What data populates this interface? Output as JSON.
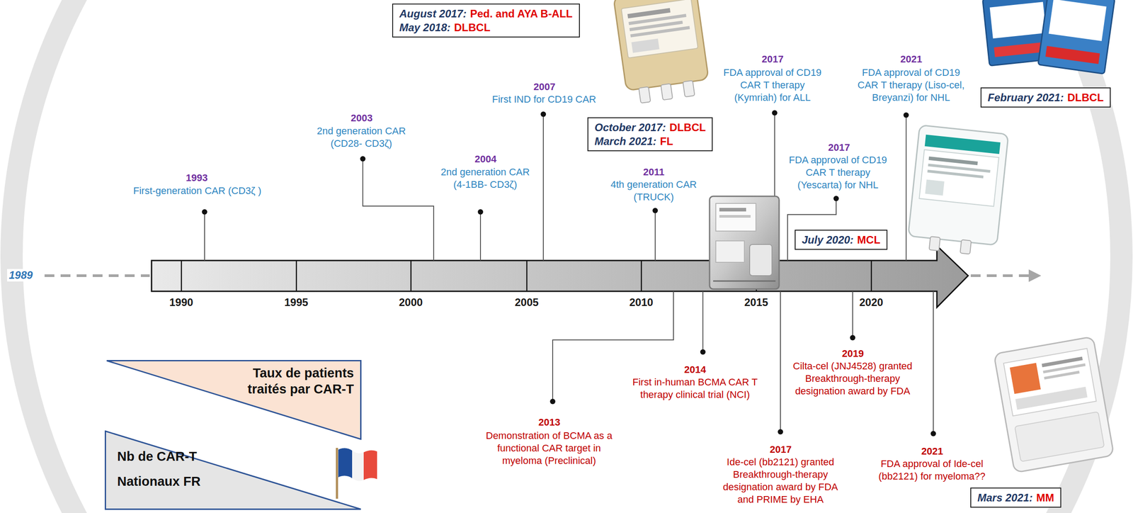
{
  "diagram": {
    "nodes": [
      {
        "text": [
          "August 2017:",
          "Ped. and AYA B-ALL",
          "May 2018:",
          "DLBCL"
        ]
      },
      {
        "text": [
          "February 2021:",
          "DLBCL"
        ]
      },
      {
        "text": [
          "October 2017:",
          "DLBCL",
          "March 2021:",
          "FL"
        ]
      },
      {
        "text": [
          "July 2020:",
          "MCL"
        ]
      },
      {
        "text": [
          "Taux de patients traités par CAR-T"
        ]
      },
      {
        "text": [
          "Nb de CAR-T Nationaux FR"
        ]
      },
      {
        "text": [
          "Mars 2021:",
          "MM"
        ]
      }
    ],
    "labels": [
      "1989",
      "1990",
      "1995",
      "2000",
      "2005",
      "2010",
      "2015",
      "2020",
      "1993",
      "First-generation CAR (CD3ζ )",
      "2003",
      "2nd generation CAR (CD28- CD3ζ)",
      "2004",
      "2nd generation CAR (4-1BB- CD3ζ)",
      "2007",
      "First IND for CD19 CAR",
      "2011",
      "4th generation CAR (TRUCK)",
      "2017",
      "FDA approval of CD19 CAR T therapy (Kymriah) for ALL",
      "2017",
      "FDA approval of CD19 CAR T therapy (Yescarta) for NHL",
      "2021",
      "FDA approval of CD19 CAR T therapy (Liso-cel, Breyanzi) for NHL",
      "2013",
      "Demonstration of BCMA as a functional CAR target in myeloma (Preclinical)",
      "2014",
      "First in-human BCMA CAR T therapy clinical trial (NCI)",
      "2017",
      "Ide-cel (bb2121) granted Breakthrough-therapy designation award by FDA and PRIME by EHA",
      "2019",
      "Cilta-cel (JNJ4528) granted Breakthrough-therapy designation award by FDA",
      "2021",
      "FDA approval of Ide-cel (bb2121) for myeloma??"
    ]
  }
}
